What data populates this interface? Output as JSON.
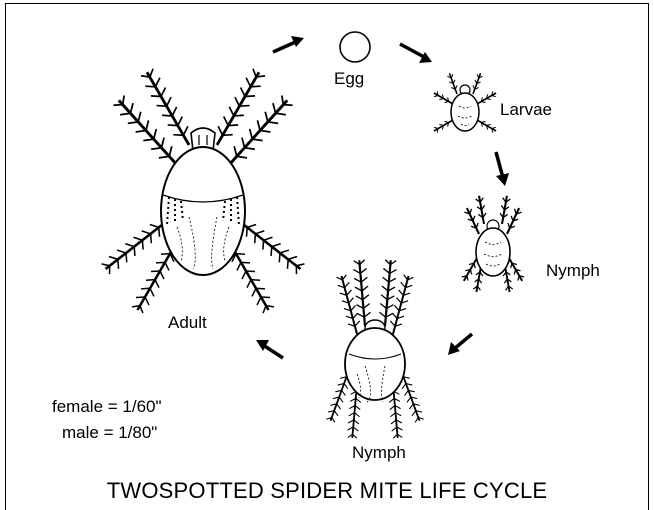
{
  "title": "TWOSPOTTED SPIDER MITE LIFE CYCLE",
  "stages": {
    "egg": "Egg",
    "larvae": "Larvae",
    "nymph1": "Nymph",
    "nymph2": "Nymph",
    "adult": "Adult"
  },
  "sizes": {
    "female": "female = 1/60\"",
    "male": "male = 1/80\""
  }
}
